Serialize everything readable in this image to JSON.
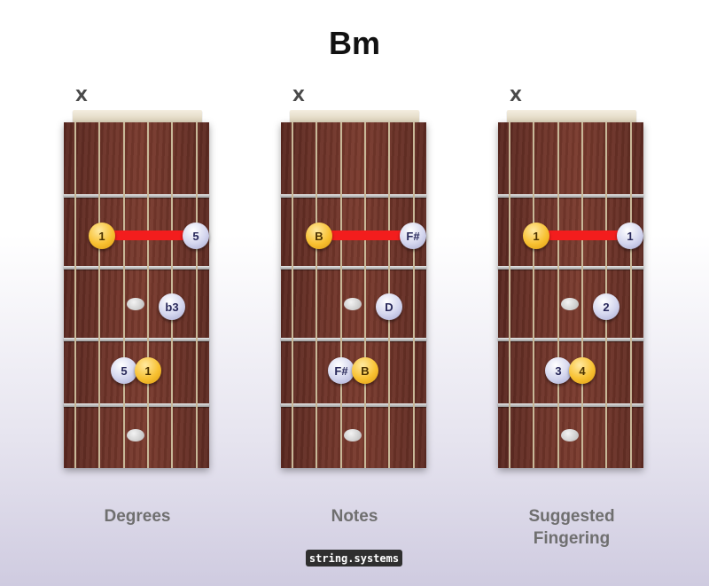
{
  "title": "Bm",
  "mute_marker": "X",
  "diagrams": [
    {
      "caption": "Degrees",
      "dots": {
        "barre_low": "1",
        "barre_high": "5",
        "mid": "b3",
        "low_left": "5",
        "low_right": "1"
      }
    },
    {
      "caption": "Notes",
      "dots": {
        "barre_low": "B",
        "barre_high": "F#",
        "mid": "D",
        "low_left": "F#",
        "low_right": "B"
      }
    },
    {
      "caption": "Suggested\nFingering",
      "dots": {
        "barre_low": "1",
        "barre_high": "1",
        "mid": "2",
        "low_left": "3",
        "low_right": "4"
      }
    }
  ],
  "brand": "string.systems",
  "colors": {
    "barre": "#f31d1d",
    "root_dot": "#f8c132",
    "other_dot": "#d3d5ee"
  }
}
